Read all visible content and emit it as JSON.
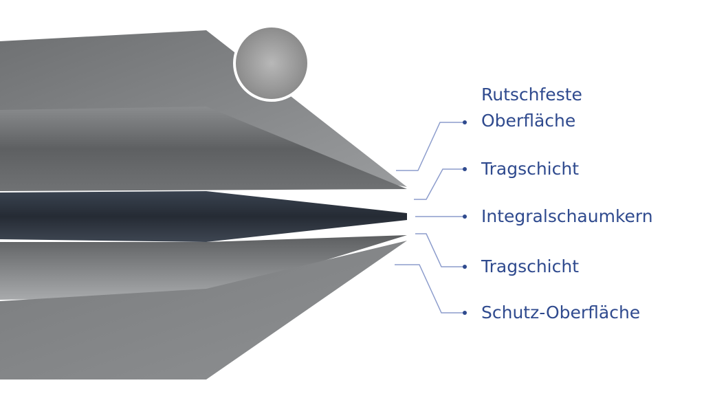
{
  "labels": [
    {
      "line1": "Rutschfeste",
      "line2": "Oberfläche"
    },
    {
      "line1": "Tragschicht"
    },
    {
      "line1": "Integralschaumkern"
    },
    {
      "line1": "Tragschicht"
    },
    {
      "line1": "Schutz-Oberfläche"
    }
  ],
  "colors": {
    "text": "#2f4a8e",
    "leader": "#8c9ccc",
    "dot": "#2f4a8e"
  }
}
